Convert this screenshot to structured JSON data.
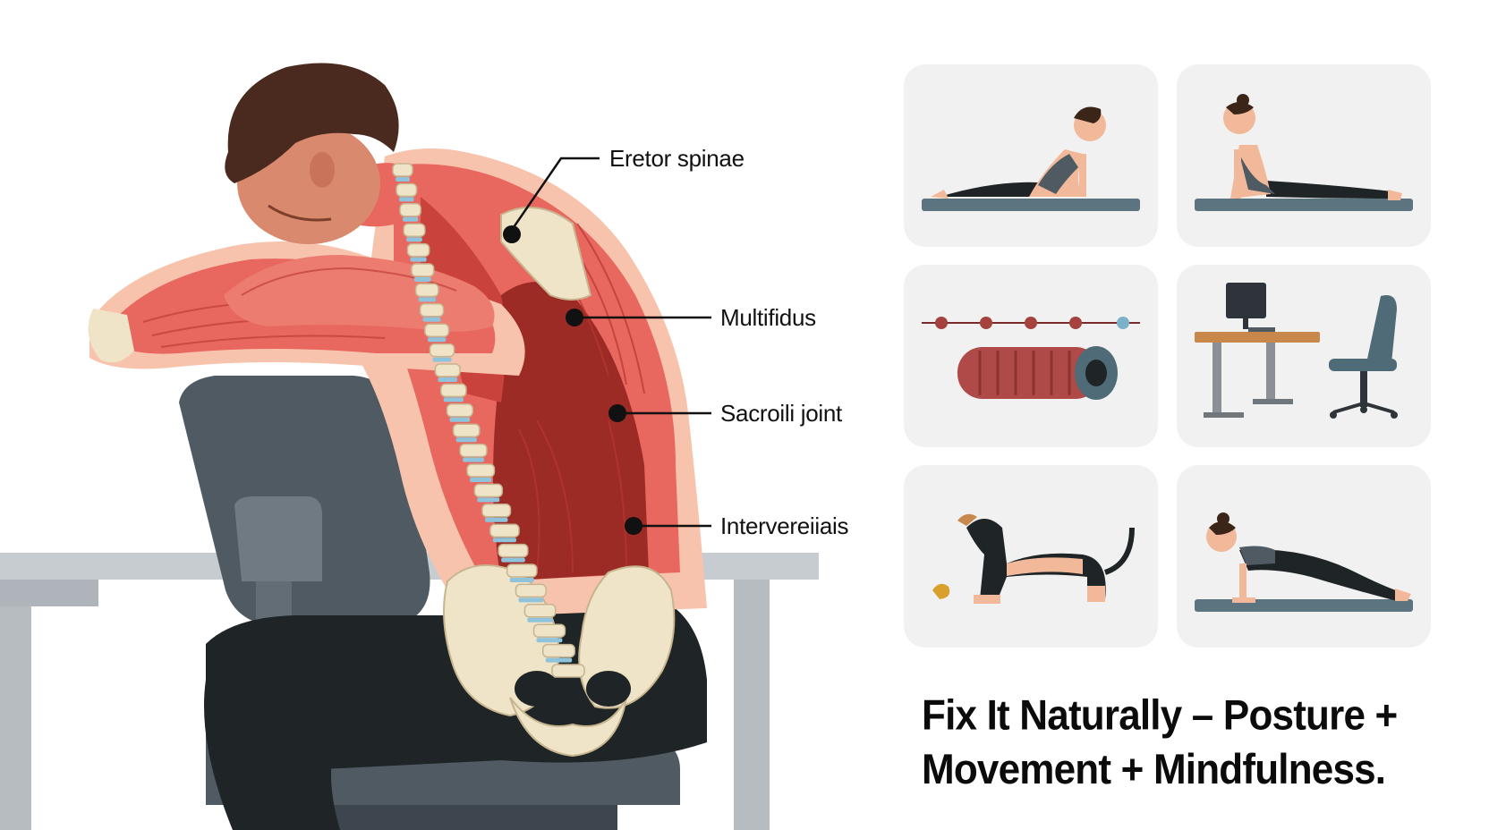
{
  "labels": {
    "erector": "Eretor spinae",
    "multifidus": "Multifidus",
    "sacroiliac": "Sacroili joint",
    "intervertebral": "Intervereiiais"
  },
  "tagline": {
    "line1": "Fix It Naturally – Posture +",
    "line2": "Movement + Mindfulness."
  },
  "tiles": [
    "cobra-pose",
    "upward-dog-pose",
    "foam-roller",
    "ergonomic-desk",
    "cat-cow-pose",
    "plank-pose"
  ],
  "colors": {
    "muscle": "#e8675f",
    "muscle_dark": "#9c2b25",
    "bone": "#efe3c8",
    "chair": "#5b6670",
    "pants": "#1f2427",
    "tile_bg": "#f1f1f1",
    "mat": "#5c7480"
  }
}
